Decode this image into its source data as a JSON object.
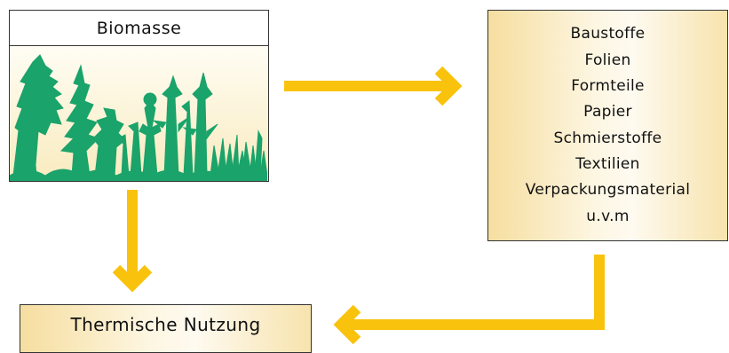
{
  "biomass": {
    "title": "Biomasse"
  },
  "products": {
    "items": [
      "Baustoffe",
      "Folien",
      "Formteile",
      "Papier",
      "Schmierstoffe",
      "Textilien",
      "Verpackungsmaterial",
      "u.v.m"
    ]
  },
  "thermal": {
    "label": "Thermische Nutzung"
  },
  "colors": {
    "arrow": "#f9c20c",
    "plants": "#1aa36a",
    "box_fill": "#f8e6b0",
    "border": "#333333"
  },
  "icons": {
    "plants_illustration": "plants-silhouette-icon",
    "arrows": [
      "arrow-right-icon",
      "arrow-down-icon",
      "arrow-elbow-left-icon"
    ]
  }
}
